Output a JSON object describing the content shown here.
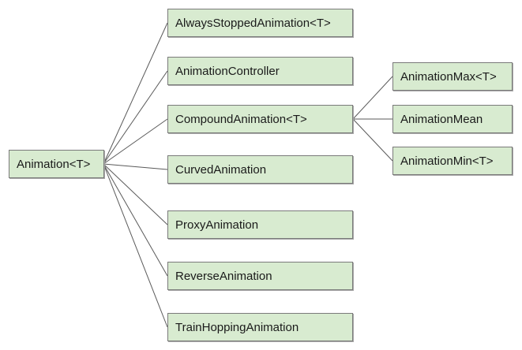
{
  "diagram": {
    "root": "Animation<T>",
    "children": [
      "AlwaysStoppedAnimation<T>",
      "AnimationController",
      "CompoundAnimation<T>",
      "CurvedAnimation",
      "ProxyAnimation",
      "ReverseAnimation",
      "TrainHoppingAnimation"
    ],
    "compound_children": [
      "AnimationMax<T>",
      "AnimationMean",
      "AnimationMin<T>"
    ],
    "colors": {
      "node_fill": "#d8ebd0",
      "node_border": "#7a7a7a",
      "connector": "#5a5a5a"
    }
  }
}
